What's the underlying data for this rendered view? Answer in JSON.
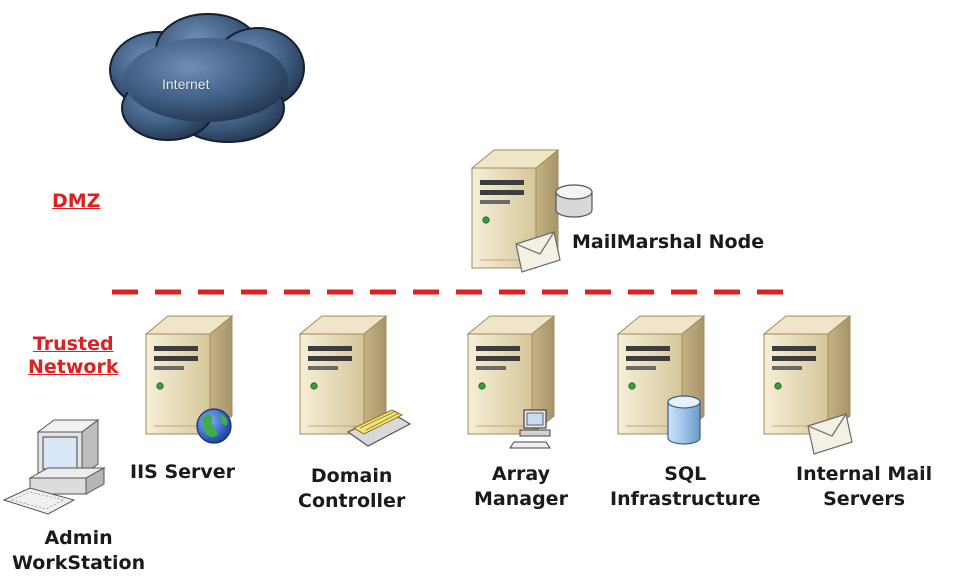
{
  "cloud": {
    "label": "Internet"
  },
  "zones": {
    "dmz": "DMZ",
    "trusted_line1": "Trusted",
    "trusted_line2": "Network"
  },
  "colors": {
    "zone_label": "#e02020",
    "divider": "#e02020",
    "server_body": "#e6d9b4",
    "cloud": "#3b587c"
  },
  "nodes": {
    "mailmarshal": {
      "label": "MailMarshal Node",
      "icon": "envelope-icon"
    },
    "iis": {
      "label": "IIS Server",
      "icon": "globe-icon"
    },
    "domain": {
      "line1": "Domain",
      "line2": "Controller",
      "icon": "directory-icon"
    },
    "array": {
      "line1": "Array",
      "line2": "Manager",
      "icon": "computer-icon"
    },
    "sql": {
      "line1": "SQL",
      "line2": "Infrastructure",
      "icon": "database-icon"
    },
    "mail": {
      "line1": "Internal Mail",
      "line2": "Servers",
      "icon": "envelope-icon"
    },
    "admin": {
      "line1": "Admin",
      "line2": "WorkStation",
      "icon": "workstation-icon"
    }
  }
}
